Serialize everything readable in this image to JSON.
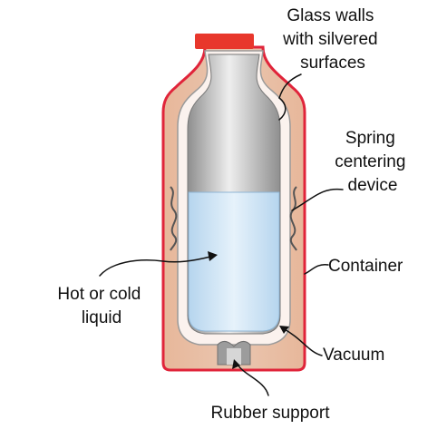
{
  "colors": {
    "cap": "#e8372c",
    "container_outline": "#e0243a",
    "container_fill": "#e7b79a",
    "insulation_fill": "#eac6b0",
    "glass_fill": "#fbf2ee",
    "silver_light": "#eeeeee",
    "silver_dark": "#8f8f8f",
    "liquid_light": "#e6f2fb",
    "liquid_dark": "#b6d5ee",
    "text": "#111111"
  },
  "labels": {
    "glass_walls": [
      "Glass walls",
      "with silvered",
      "surfaces"
    ],
    "spring": [
      "Spring",
      "centering",
      "device"
    ],
    "container": "Container",
    "liquid": [
      "Hot or cold",
      "liquid"
    ],
    "vacuum": "Vacuum",
    "rubber_support": "Rubber support"
  }
}
